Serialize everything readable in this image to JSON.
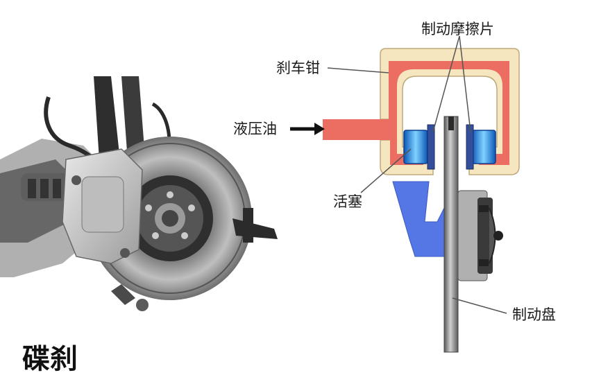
{
  "labels": {
    "brake_pads": "制动摩擦片",
    "caliper": "刹车钳",
    "hydraulic_oil": "液压油",
    "piston": "活塞",
    "brake_disc": "制动盘"
  },
  "caption": "碟刹",
  "colors": {
    "caliper_outer": "#f6e6bf",
    "caliper_inner": "#ec6d62",
    "piston": "#1e8ce0",
    "mount_bracket": "#5577e6",
    "disc": "#8a8a8a",
    "hub": "#3a3a3a"
  }
}
